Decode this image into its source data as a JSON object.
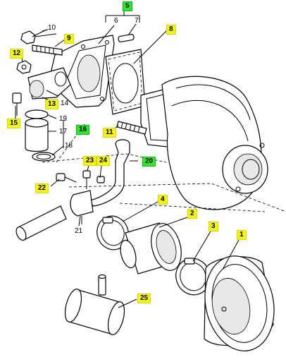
{
  "diagram": {
    "callouts": [
      {
        "id": "c5",
        "text": "5",
        "hl": "green"
      },
      {
        "id": "c6",
        "text": "6",
        "hl": "none"
      },
      {
        "id": "c7",
        "text": "7",
        "hl": "none"
      },
      {
        "id": "c10",
        "text": "10",
        "hl": "none"
      },
      {
        "id": "c9",
        "text": "9",
        "hl": "yellow"
      },
      {
        "id": "c8",
        "text": "8",
        "hl": "yellow"
      },
      {
        "id": "c12",
        "text": "12",
        "hl": "yellow"
      },
      {
        "id": "c13",
        "text": "13",
        "hl": "yellow"
      },
      {
        "id": "c14",
        "text": "14",
        "hl": "none"
      },
      {
        "id": "c15",
        "text": "15",
        "hl": "yellow"
      },
      {
        "id": "c19",
        "text": "19",
        "hl": "none"
      },
      {
        "id": "c17",
        "text": "17",
        "hl": "none"
      },
      {
        "id": "c16",
        "text": "16",
        "hl": "green"
      },
      {
        "id": "c18",
        "text": "18",
        "hl": "none"
      },
      {
        "id": "c11",
        "text": "11",
        "hl": "yellow"
      },
      {
        "id": "c23",
        "text": "23",
        "hl": "yellow"
      },
      {
        "id": "c24",
        "text": "24",
        "hl": "yellow"
      },
      {
        "id": "c20",
        "text": "20",
        "hl": "green"
      },
      {
        "id": "c22",
        "text": "22",
        "hl": "yellow"
      },
      {
        "id": "c4",
        "text": "4",
        "hl": "yellow"
      },
      {
        "id": "c2",
        "text": "2",
        "hl": "yellow"
      },
      {
        "id": "c3",
        "text": "3",
        "hl": "yellow"
      },
      {
        "id": "c1",
        "text": "1",
        "hl": "yellow"
      },
      {
        "id": "c21",
        "text": "21",
        "hl": "none"
      },
      {
        "id": "c25",
        "text": "25",
        "hl": "yellow"
      }
    ],
    "colors": {
      "yellow_highlight": "#f5f51e",
      "green_highlight": "#2ee62e",
      "line": "#000000",
      "background": "#ffffff"
    }
  }
}
